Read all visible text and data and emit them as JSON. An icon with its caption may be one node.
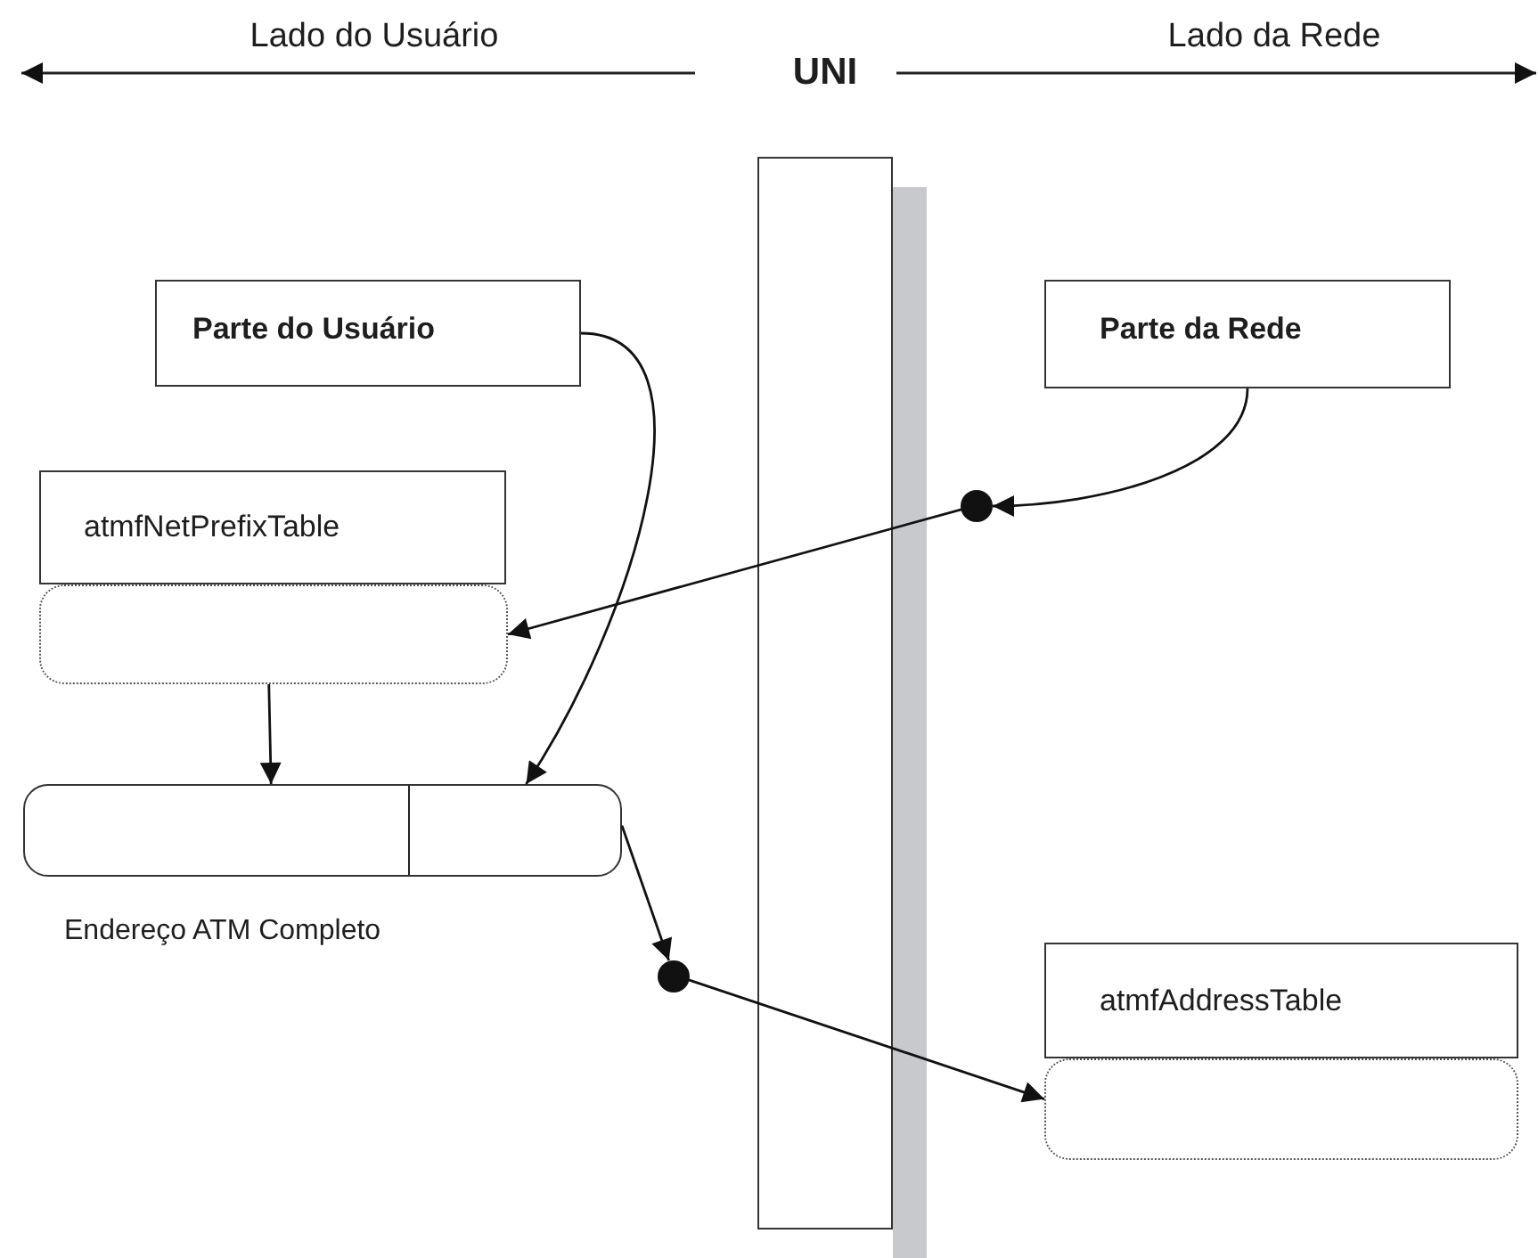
{
  "diagram": {
    "nodes": [
      {
        "text": [
          "Parte do Usuário"
        ]
      },
      {
        "text": [
          "Parte da Rede"
        ]
      },
      {
        "text": [
          "atmfNetPrefixTable"
        ]
      },
      {
        "text": [],
        "shape": "box"
      },
      {
        "text": [],
        "shape": "box",
        "beside": [
          "Endereço ATM Completo"
        ]
      },
      {
        "text": [],
        "shape": "circle"
      },
      {
        "text": [],
        "shape": "circle"
      },
      {
        "text": [
          "atmfAddressTable"
        ]
      },
      {
        "text": [],
        "shape": "box"
      }
    ],
    "edges": [
      {
        "from": 1,
        "to": 5,
        "arrow": "to"
      },
      {
        "from": 5,
        "to": 3,
        "arrow": "to"
      },
      {
        "from": 0,
        "to": 4,
        "arrow": "to"
      },
      {
        "from": 3,
        "to": 4,
        "arrow": "to"
      },
      {
        "from": 4,
        "to": 6,
        "arrow": "to"
      },
      {
        "from": 6,
        "to": 8,
        "arrow": "to"
      }
    ],
    "labels": [
      "Lado do Usuário",
      "UNI",
      "Lado da Rede"
    ]
  }
}
